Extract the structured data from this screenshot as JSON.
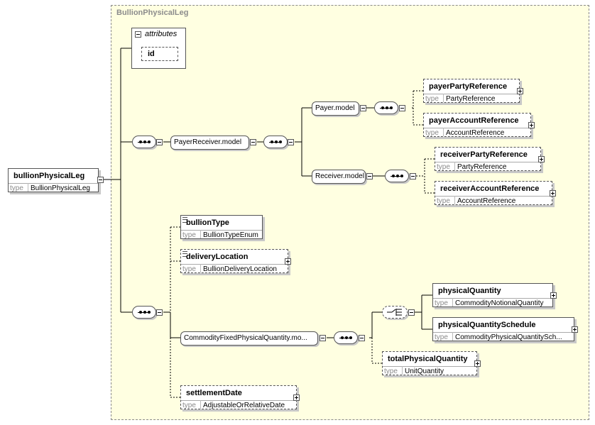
{
  "group": {
    "title": "BullionPhysicalLeg"
  },
  "attributes": {
    "title": "attributes",
    "items": [
      "id"
    ]
  },
  "root": {
    "name": "bullionPhysicalLeg",
    "type_label": "type",
    "type": "BullionPhysicalLeg"
  },
  "models": {
    "payer_receiver": "PayerReceiver.model",
    "payer": "Payer.model",
    "receiver": "Receiver.model",
    "commodity": "CommodityFixedPhysicalQuantity.mo..."
  },
  "elements": [
    {
      "name": "payerPartyReference",
      "type": "PartyReference"
    },
    {
      "name": "payerAccountReference",
      "type": "AccountReference"
    },
    {
      "name": "receiverPartyReference",
      "type": "PartyReference"
    },
    {
      "name": "receiverAccountReference",
      "type": "AccountReference"
    },
    {
      "name": "bullionType",
      "type": "BullionTypeEnum"
    },
    {
      "name": "deliveryLocation",
      "type": "BullionDeliveryLocation"
    },
    {
      "name": "physicalQuantity",
      "type": "CommodityNotionalQuantity"
    },
    {
      "name": "physicalQuantitySchedule",
      "type": "CommodityPhysicalQuantitySch..."
    },
    {
      "name": "totalPhysicalQuantity",
      "type": "UnitQuantity"
    },
    {
      "name": "settlementDate",
      "type": "AdjustableOrRelativeDate"
    }
  ],
  "type_label": "type"
}
